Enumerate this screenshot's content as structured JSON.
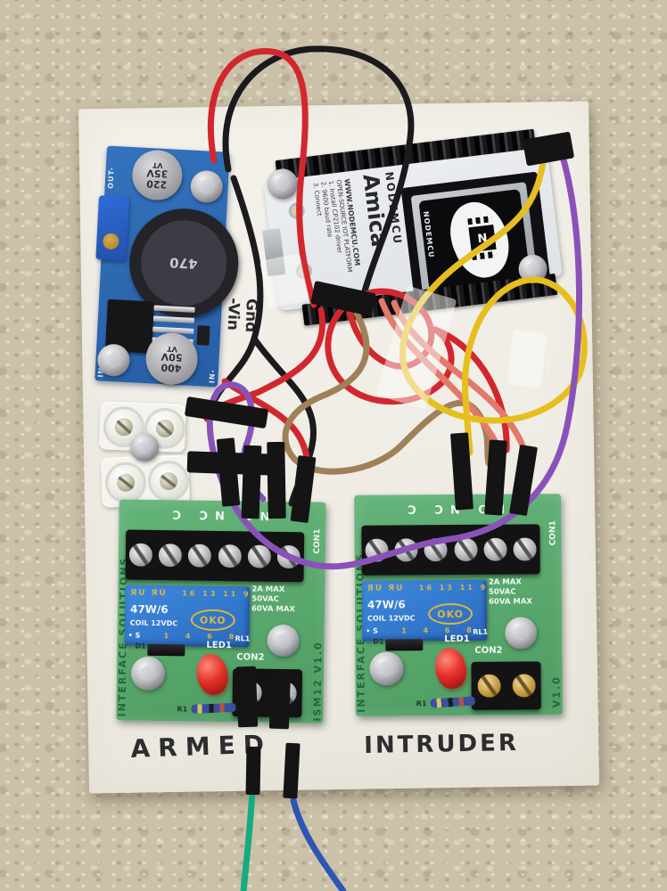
{
  "palette": {
    "carpet": "#cbc1a8",
    "board_white": "#f2efe9",
    "pcb_blue": "#2e6db6",
    "pcb_green": "#57a96c",
    "relay_blue": "#2f7bd0",
    "wire_red": "#d2272f",
    "wire_black": "#1a1a1a",
    "wire_yellow": "#e6bf1e",
    "wire_purple": "#8a52b8",
    "wire_brown": "#a08058",
    "wire_salmon": "#e2796b",
    "wire_green": "#15ab82",
    "wire_blue": "#2d55b5",
    "led_red": "#e43128"
  },
  "handwriting": {
    "armed": "ARMED",
    "intruder": "INTRUDER",
    "vin": "-Vin",
    "gnd": "Gnd"
  },
  "buck": {
    "out_minus": "OUT-",
    "in_minus": "IN-",
    "in_plus": "IN+",
    "inductor": "470",
    "cap_top": [
      "220",
      "35V",
      "VT"
    ],
    "cap_bottom": [
      "400",
      "50V",
      "VT"
    ]
  },
  "nodemcu": {
    "brand": "NODEMCU",
    "model": "Amica",
    "esp_brand": "NODEMCU",
    "chip_letter": "N",
    "site": "WWW.NODEMCU.COM",
    "lines": [
      "OPEN-SOURCE IOT PLATFORM",
      "1. Install CP2102 driver",
      "2. 9600 baud rate",
      "3. Connect"
    ]
  },
  "relay_left": {
    "top_row": "NO NC C",
    "ul": "ЯU ЯU",
    "pins_top": "16 13 11 9",
    "model": "47W/6",
    "coil": "COIL 12VDC",
    "s_mark": "• S",
    "logo": "OKO",
    "pins_bottom": "1 4 6 8",
    "rating1": "2A MAX",
    "rating2": "50VAC",
    "rating3": "60VA MAX",
    "con1": "CON1",
    "con2": "CON2",
    "led1": "LED1",
    "d1": "D1",
    "r1": "R1",
    "rl1": "RL1",
    "edge_left": "INTERFACE SOLUTIONS",
    "edge_right": "ISM12 V1.0"
  },
  "relay_right": {
    "top_row": "NO NC C",
    "ul": "ЯU ЯU",
    "pins_top": "16 13 11 9",
    "model": "47W/6",
    "coil": "COIL 12VDC",
    "s_mark": "• S",
    "logo": "OKO",
    "pins_bottom": "1 4 6 8",
    "rating1": "2A MAX",
    "rating2": "50VAC",
    "rating3": "60VA MAX",
    "con1": "CON1",
    "con2": "CON2",
    "led1": "LED1",
    "d1": "D1",
    "r1": "R1",
    "rl1": "RL1",
    "edge_left": "INTERFACE SOLUTIONS",
    "edge_right": "V1.0"
  }
}
